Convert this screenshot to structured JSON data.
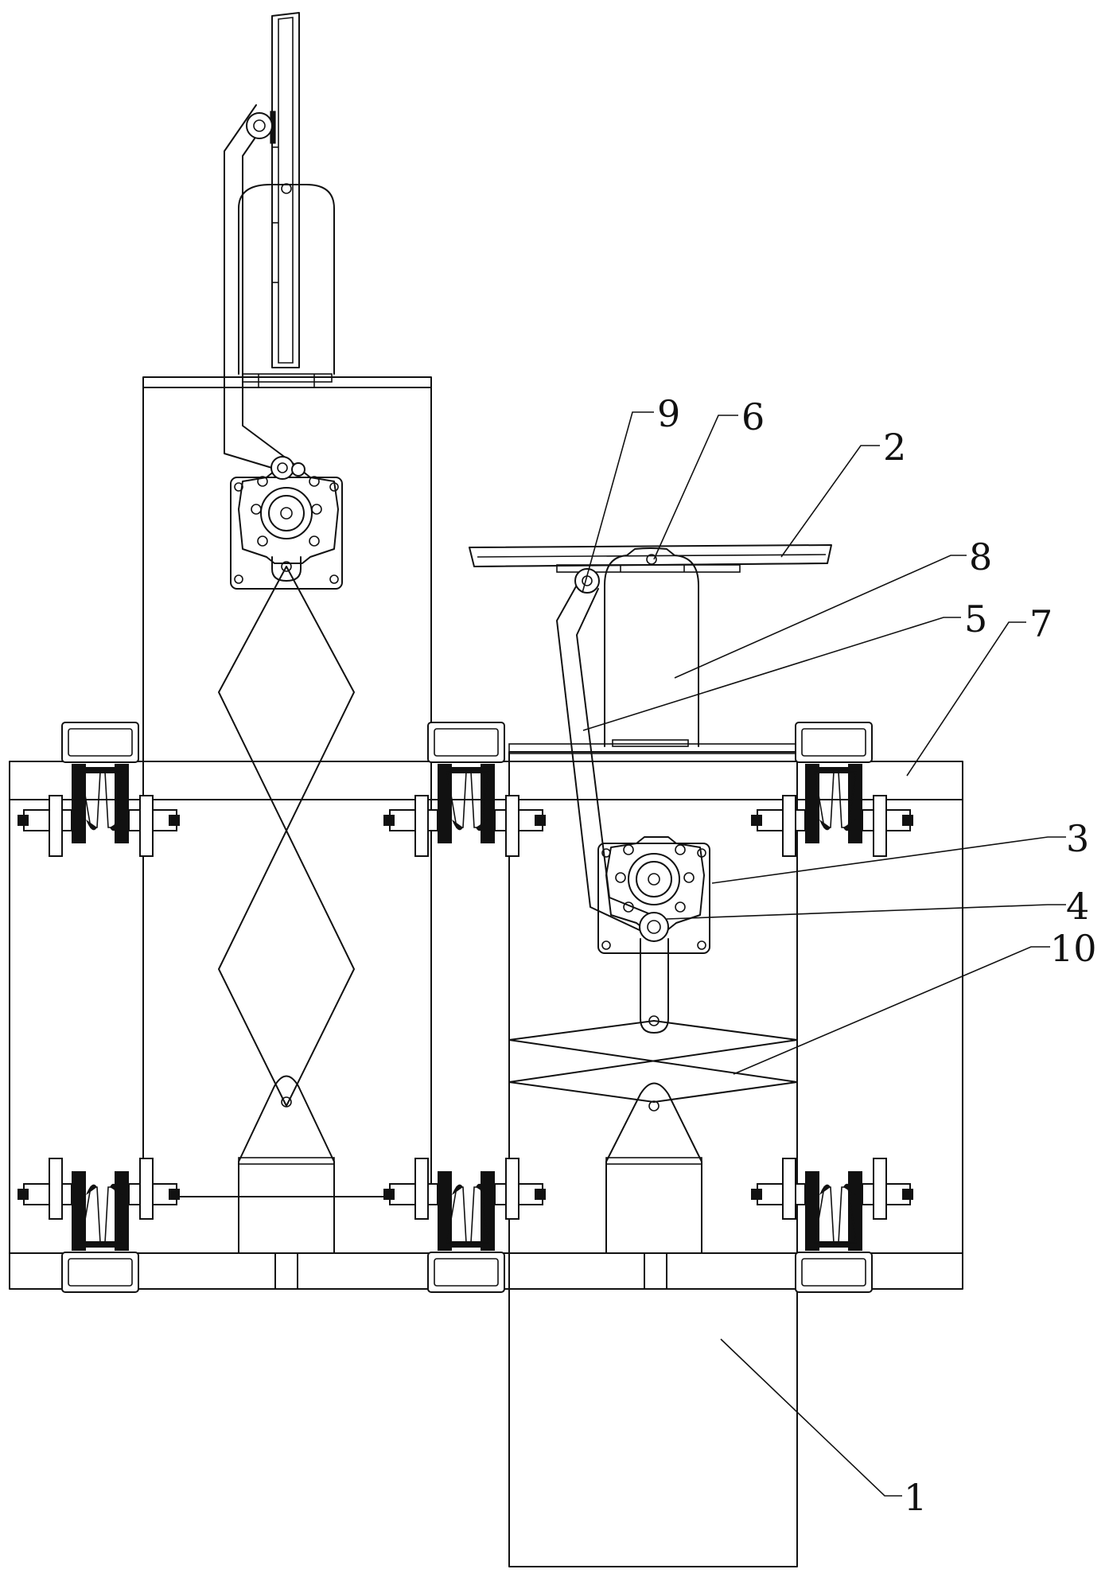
{
  "figure": {
    "callouts": [
      {
        "number": "9"
      },
      {
        "number": "6"
      },
      {
        "number": "2"
      },
      {
        "number": "8"
      },
      {
        "number": "5"
      },
      {
        "number": "7"
      },
      {
        "number": "3"
      },
      {
        "number": "4"
      },
      {
        "number": "10"
      },
      {
        "number": "1"
      }
    ]
  }
}
